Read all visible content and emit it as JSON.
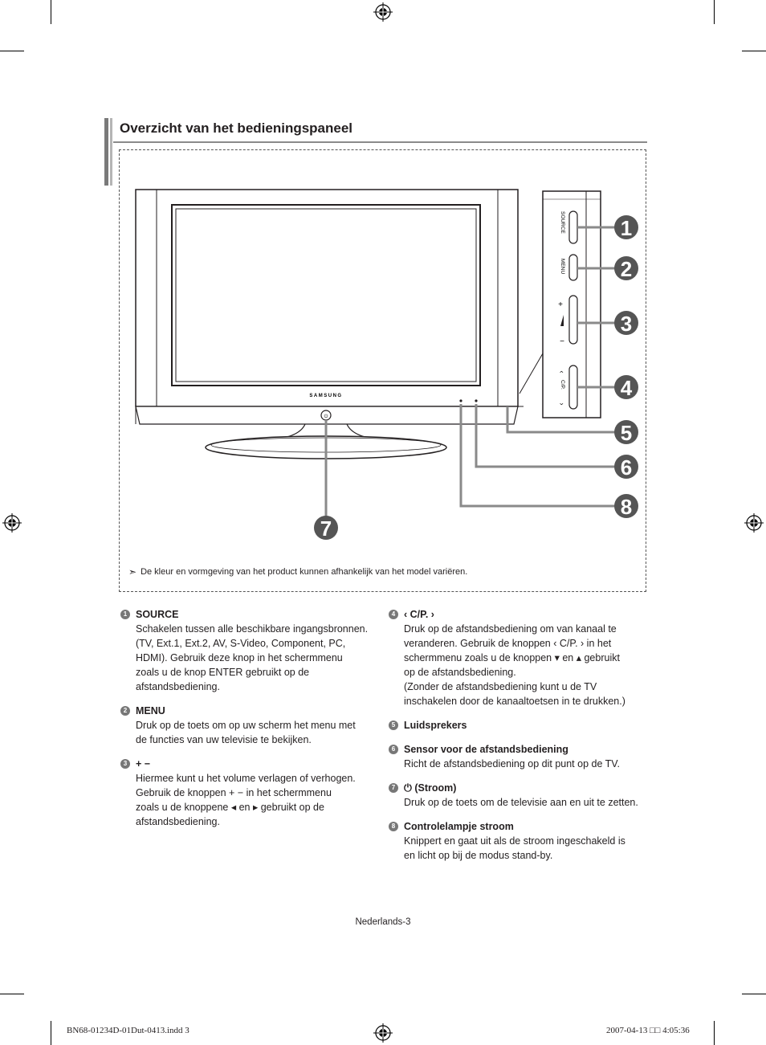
{
  "heading": "Overzicht van het bedieningspaneel",
  "figure": {
    "brand": "SAMSUNG",
    "panel_labels": {
      "source": "SOURCE",
      "menu": "MENU",
      "vol_plus": "+",
      "vol_minus": "−",
      "ch": "C/P."
    },
    "callouts": [
      "1",
      "2",
      "3",
      "4",
      "5",
      "6",
      "8",
      "7"
    ],
    "note": "De kleur en vormgeving van het product kunnen afhankelijk van het model variëren."
  },
  "items_left": [
    {
      "num": "1",
      "title": "SOURCE",
      "lines": [
        "Schakelen tussen alle beschikbare ingangsbronnen.",
        "(TV, Ext.1, Ext.2, AV, S-Video, Component, PC,",
        "HDMI). Gebruik deze knop in het schermmenu",
        "zoals u de knop ENTER gebruikt op de",
        "afstandsbediening."
      ]
    },
    {
      "num": "2",
      "title": "MENU",
      "lines": [
        "Druk op de toets om op uw scherm het menu met",
        "de functies van uw televisie te bekijken."
      ]
    },
    {
      "num": "3",
      "title": "+ −",
      "lines": [
        "Hiermee kunt u het volume verlagen of verhogen.",
        "Gebruik de knoppen + − in het schermmenu",
        "zoals u de knoppene ◂ en ▸ gebruikt op de",
        "afstandsbediening."
      ]
    }
  ],
  "items_right": [
    {
      "num": "4",
      "title": "‹ C/P. ›",
      "lines": [
        "Druk op de afstandsbediening om van kanaal te",
        "veranderen. Gebruik de knoppen ‹ C/P. › in het",
        "schermmenu zoals u de knoppen ▾ en ▴ gebruikt",
        "op de afstandsbediening.",
        "(Zonder de afstandsbediening kunt u de TV",
        "inschakelen door de kanaaltoetsen in te drukken.)"
      ]
    },
    {
      "num": "5",
      "title": "Luidsprekers",
      "lines": []
    },
    {
      "num": "6",
      "title": "Sensor voor de afstandsbediening",
      "lines": [
        "Richt de afstandsbediening op dit punt op de TV."
      ]
    },
    {
      "num": "7",
      "title": "⏻ (Stroom)",
      "lines": [
        "Druk op de toets om de televisie aan en uit te zetten."
      ]
    },
    {
      "num": "8",
      "title": "Controlelampje stroom",
      "lines": [
        "Knippert en gaat uit als de stroom ingeschakeld is",
        "en licht op bij de modus stand-by."
      ]
    }
  ],
  "page_label": "Nederlands-3",
  "slug_left": "BN68-01234D-01Dut-0413.indd   3",
  "slug_right": "2007-04-13   □□ 4:05:36"
}
